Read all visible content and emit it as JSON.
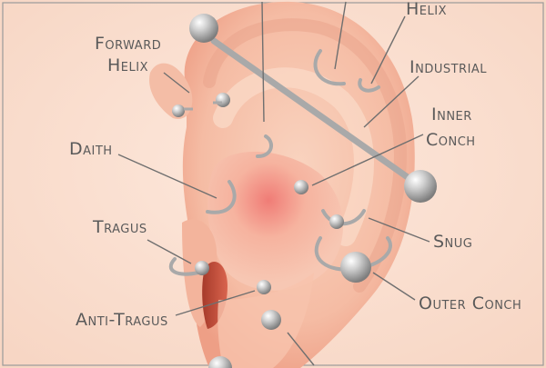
{
  "labels": {
    "helix": "Helix",
    "forward_helix_line1": "Forward",
    "forward_helix_line2": "Helix",
    "industrial": "Industrial",
    "inner_conch_line1": "Inner",
    "inner_conch_line2": "Conch",
    "daith": "Daith",
    "tragus": "Tragus",
    "snug": "Snug",
    "outer_conch": "Outer Conch",
    "anti_tragus": "Anti-Tragus"
  },
  "colors": {
    "background": "#fbe3d6",
    "ear_skin": "#f6c7b1",
    "ear_shadow": "#e9a28a",
    "jewelry": "#b9b9b9",
    "text": "#5a5a5a"
  }
}
